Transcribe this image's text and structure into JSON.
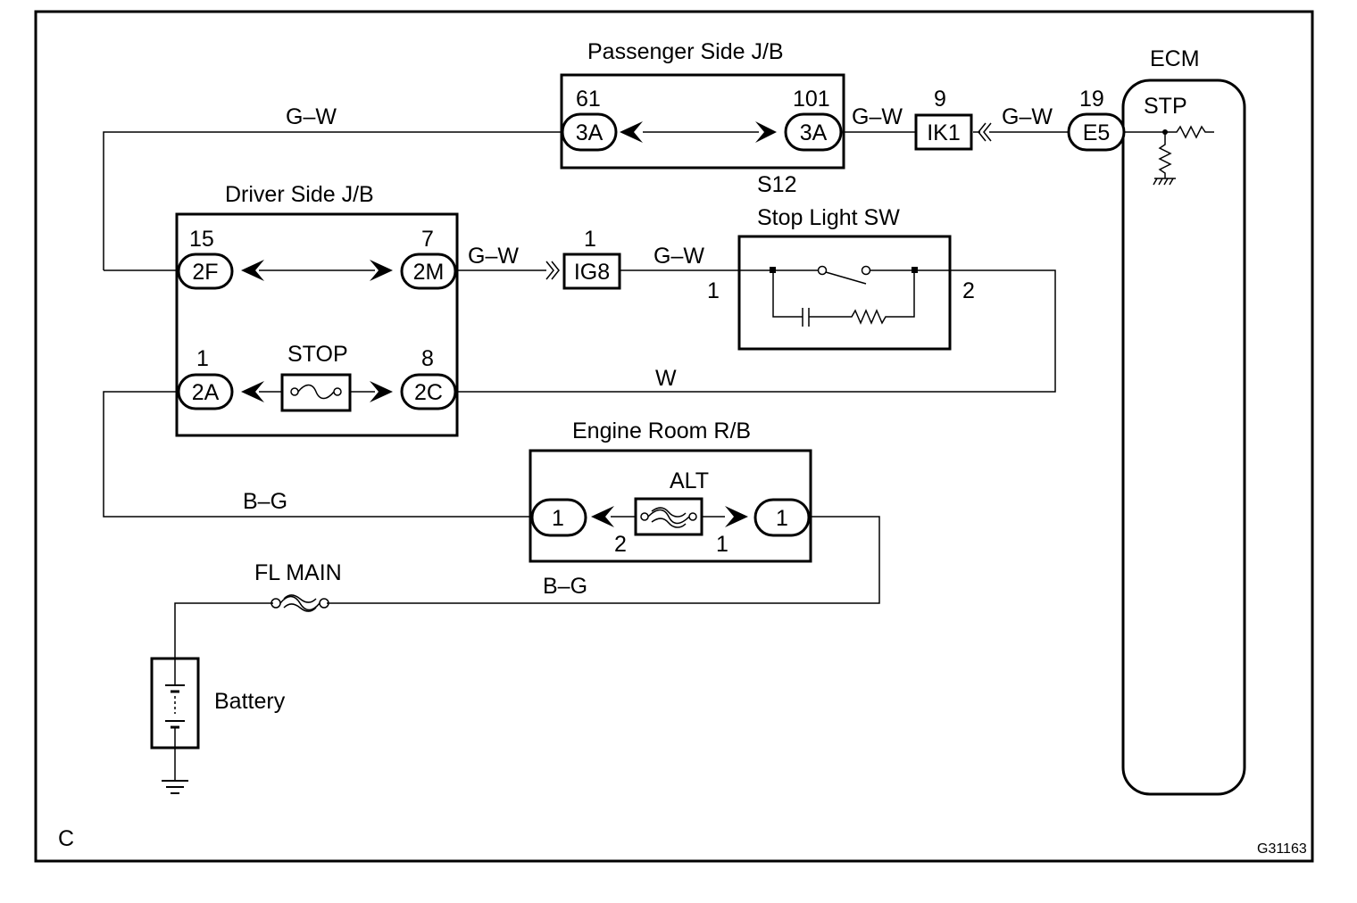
{
  "frame": {
    "corner_label": "C",
    "figure_id": "G31163"
  },
  "passenger_jb": {
    "title": "Passenger Side J/B",
    "left_pin": "61",
    "left_conn": "3A",
    "right_pin": "101",
    "right_conn": "3A",
    "bottom_label": "S12"
  },
  "driver_jb": {
    "title": "Driver Side J/B",
    "top_left_pin": "15",
    "top_left_conn": "2F",
    "top_right_pin": "7",
    "top_right_conn": "2M",
    "bottom_left_pin": "1",
    "bottom_left_conn": "2A",
    "fuse_label": "STOP",
    "bottom_right_pin": "8",
    "bottom_right_conn": "2C"
  },
  "engine_rb": {
    "title": "Engine Room R/B",
    "fuse_label": "ALT",
    "left_conn": "1",
    "right_conn": "1",
    "fuse_pin_left": "2",
    "fuse_pin_right": "1"
  },
  "stop_light_sw": {
    "title": "Stop Light SW",
    "pin_left": "1",
    "pin_right": "2"
  },
  "ecm": {
    "title": "ECM",
    "terminal": "STP",
    "pin": "19",
    "conn": "E5"
  },
  "junctions": {
    "ik1": {
      "pin": "9",
      "label": "IK1"
    },
    "ig8": {
      "pin": "1",
      "label": "IG8"
    }
  },
  "wire_colors": {
    "gw_top_left": "G–W",
    "gw_top_mid": "G–W",
    "gw_top_right": "G–W",
    "gw_mid_left": "G–W",
    "gw_mid_right": "G–W",
    "w_mid": "W",
    "bg_upper": "B–G",
    "bg_lower": "B–G"
  },
  "fl_main": {
    "label": "FL MAIN"
  },
  "battery": {
    "label": "Battery"
  }
}
